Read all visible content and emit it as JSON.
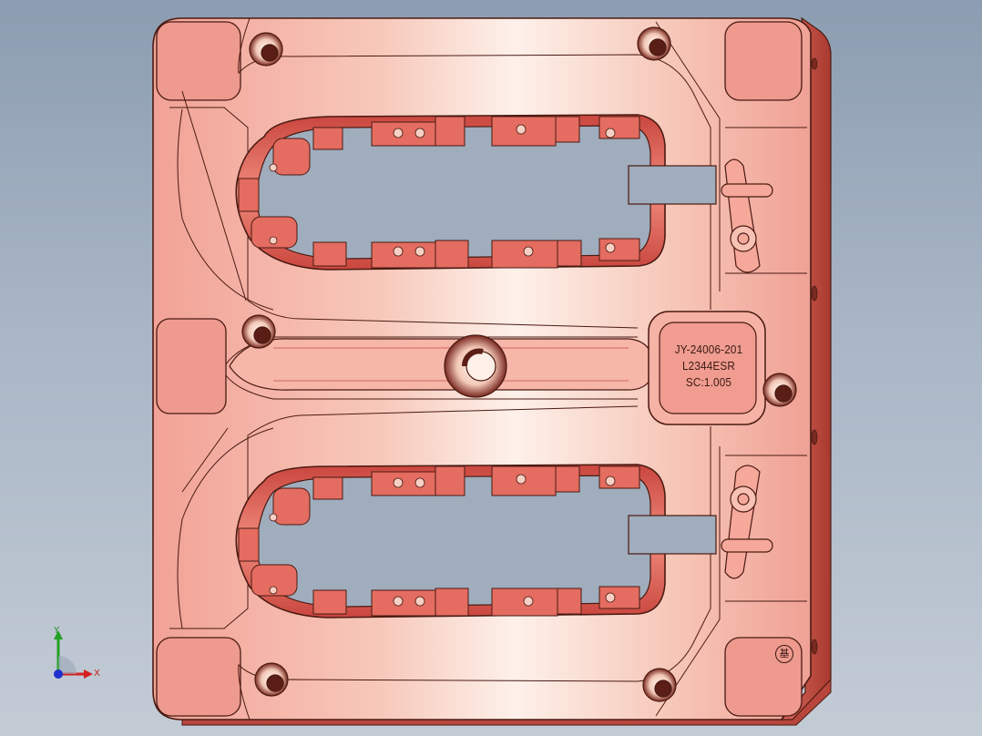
{
  "part": {
    "engraving": {
      "line1": "JY-24006-201",
      "line2": "L2344ESR",
      "line3": "SC:1.005"
    },
    "mark_symbol": "基",
    "colors": {
      "background_top": "#8c9db1",
      "background_bottom": "#c3cbd5",
      "face": "#f0a89d",
      "face_light": "#fbe6dc",
      "edge": "#4a1a12",
      "cavity_wall": "#d9574d"
    }
  },
  "triad": {
    "x_label": "X",
    "y_label": "Y",
    "x_color": "#d42020",
    "y_color": "#22a022",
    "z_color": "#2030d0"
  }
}
